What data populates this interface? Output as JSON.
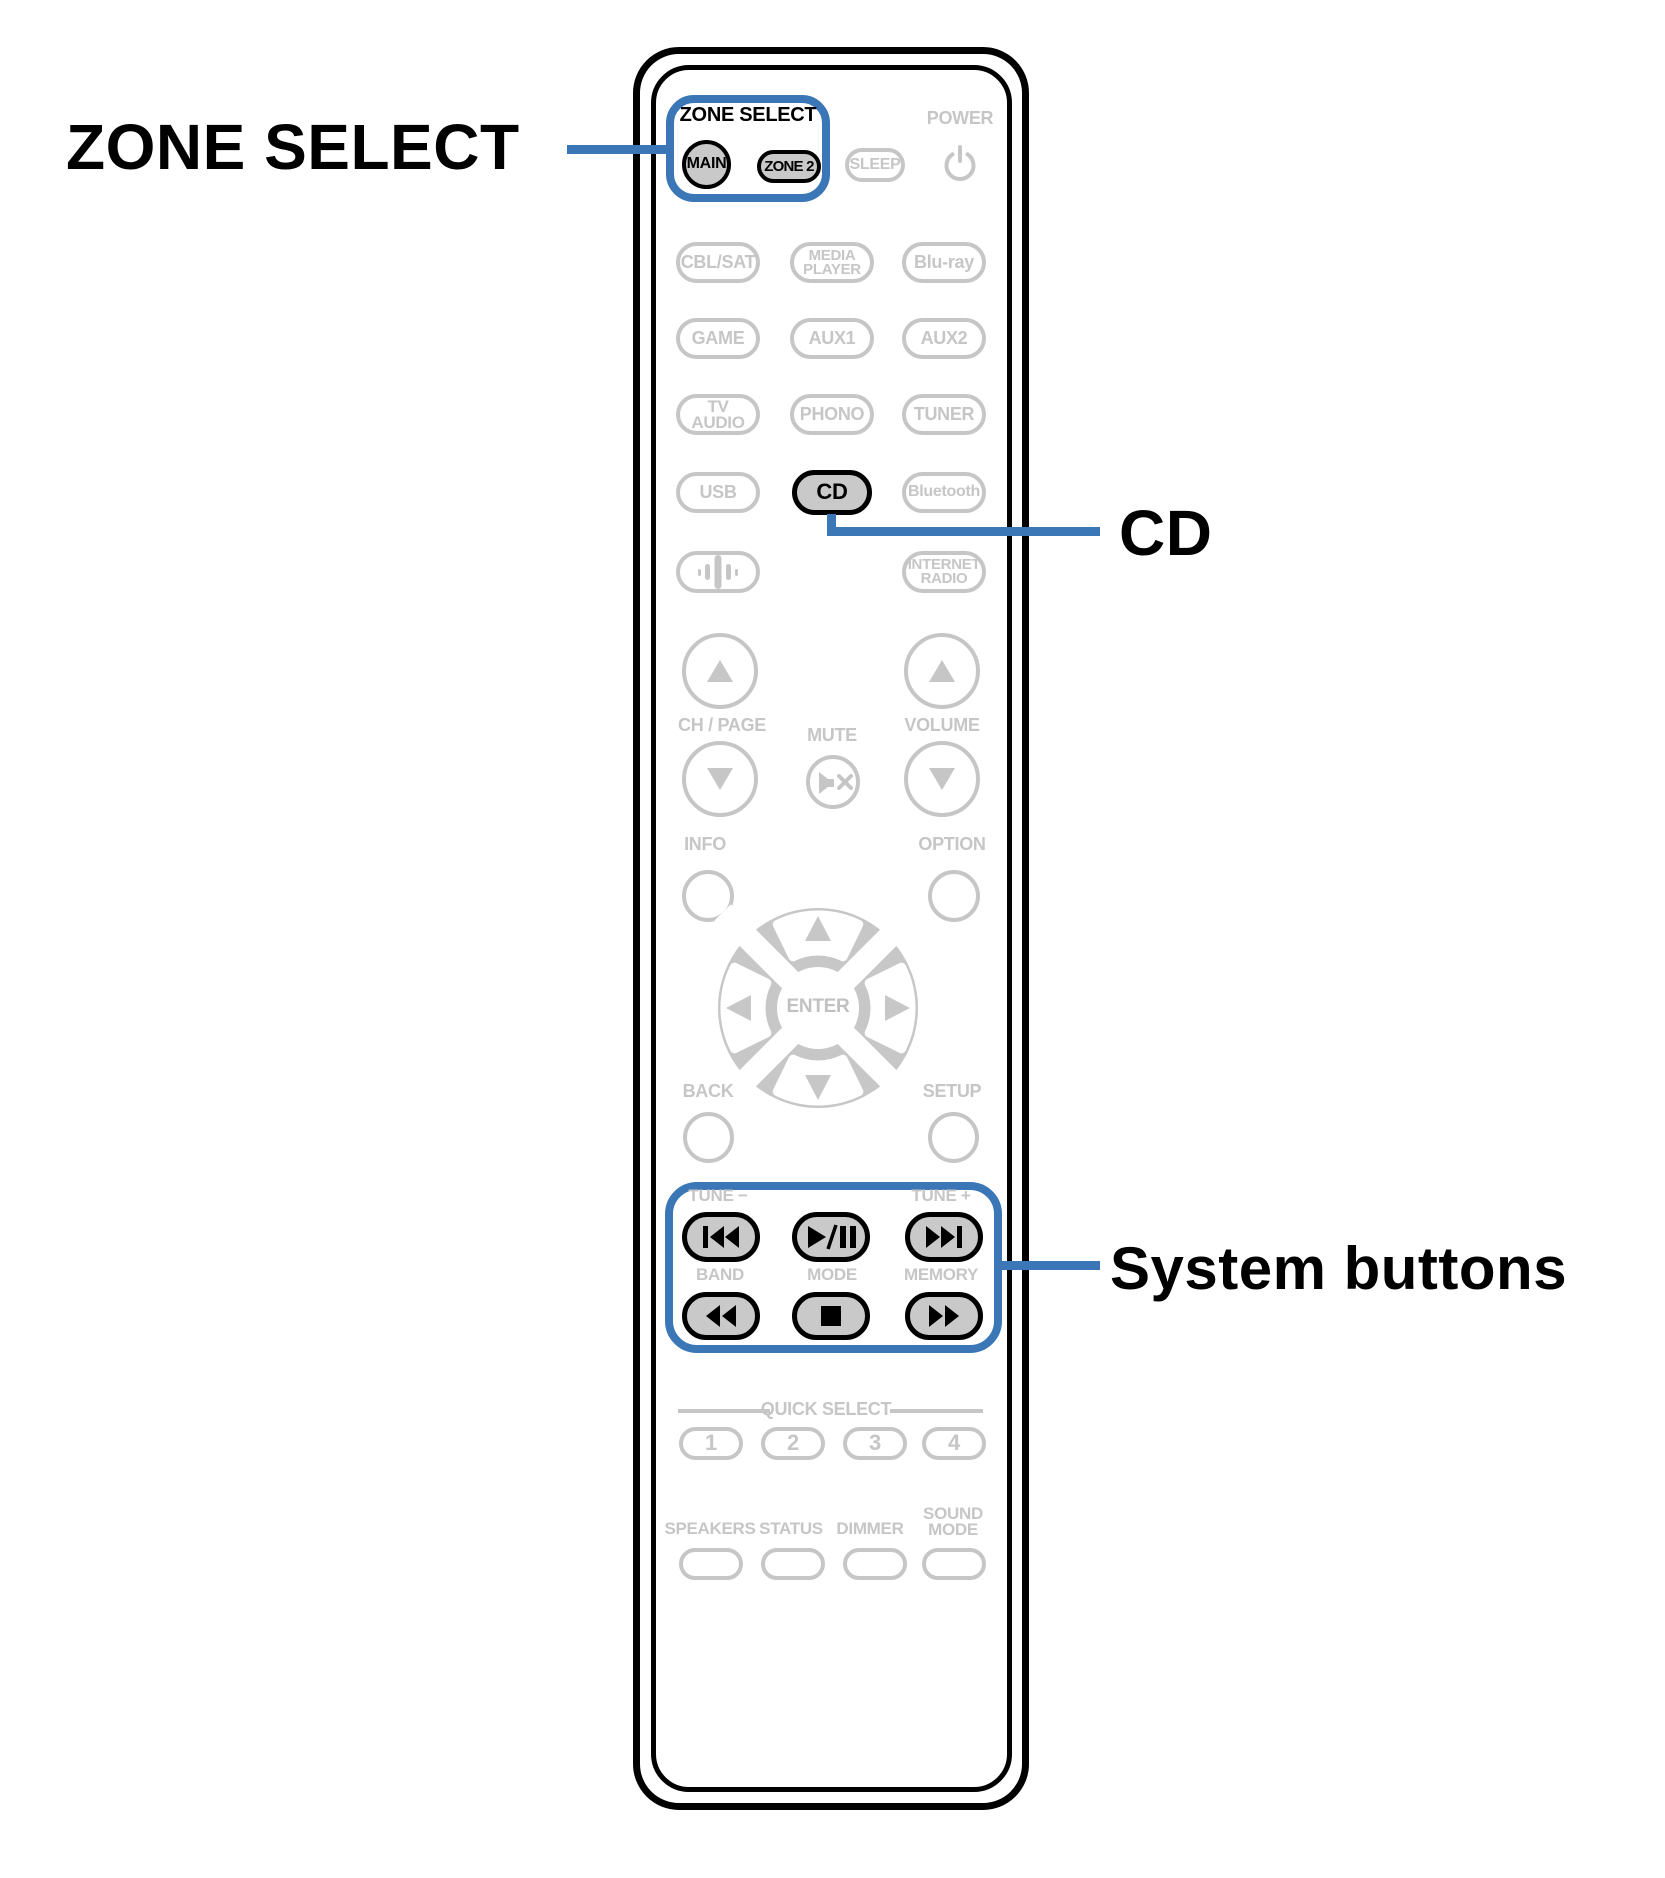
{
  "colors": {
    "accent_blue": "#3B77B6",
    "control_gray": "#C6C6C6",
    "key_fill_gray": "#C9C9C9",
    "body_outline": "#000000"
  },
  "callouts": {
    "zone_select": "ZONE SELECT",
    "cd": "CD",
    "system_buttons": "System buttons"
  },
  "remote": {
    "zone_box": {
      "caption": "ZONE SELECT",
      "main": "MAIN",
      "zone2": "ZONE 2"
    },
    "power": {
      "sleep": "SLEEP",
      "label": "POWER"
    },
    "sources": {
      "cbl_sat": "CBL/SAT",
      "media_player": "MEDIA\nPLAYER",
      "bluray": "Blu-ray",
      "game": "GAME",
      "aux1": "AUX1",
      "aux2": "AUX2",
      "tv_audio": "TV AUDIO",
      "phono": "PHONO",
      "tuner": "TUNER",
      "usb": "USB",
      "cd": "CD",
      "bluetooth": "Bluetooth",
      "internet_radio": "INTERNET\nRADIO"
    },
    "mid": {
      "ch_page": "CH / PAGE",
      "mute": "MUTE",
      "volume": "VOLUME",
      "info": "INFO",
      "option": "OPTION",
      "enter": "ENTER",
      "back": "BACK",
      "setup": "SETUP"
    },
    "system": {
      "tune_minus": "TUNE −",
      "tune_plus": "TUNE +",
      "band": "BAND",
      "mode": "MODE",
      "memory": "MEMORY"
    },
    "quick_select": {
      "header": "QUICK SELECT",
      "buttons": [
        "1",
        "2",
        "3",
        "4"
      ]
    },
    "bottom": {
      "speakers": "SPEAKERS",
      "status": "STATUS",
      "dimmer": "DIMMER",
      "sound_mode": "SOUND\nMODE"
    }
  },
  "icons": {
    "power": "power-icon",
    "mute": "speaker-mute-icon",
    "network_audio": "network-audio-icon",
    "skip_back": "skip-back-icon",
    "play_pause": "play-pause-icon",
    "skip_forward": "skip-forward-icon",
    "rewind": "rewind-icon",
    "stop": "stop-icon",
    "fast_forward": "fast-forward-icon",
    "cursor_up": "cursor-up-icon",
    "cursor_down": "cursor-down-icon",
    "cursor_left": "cursor-left-icon",
    "cursor_right": "cursor-right-icon"
  }
}
